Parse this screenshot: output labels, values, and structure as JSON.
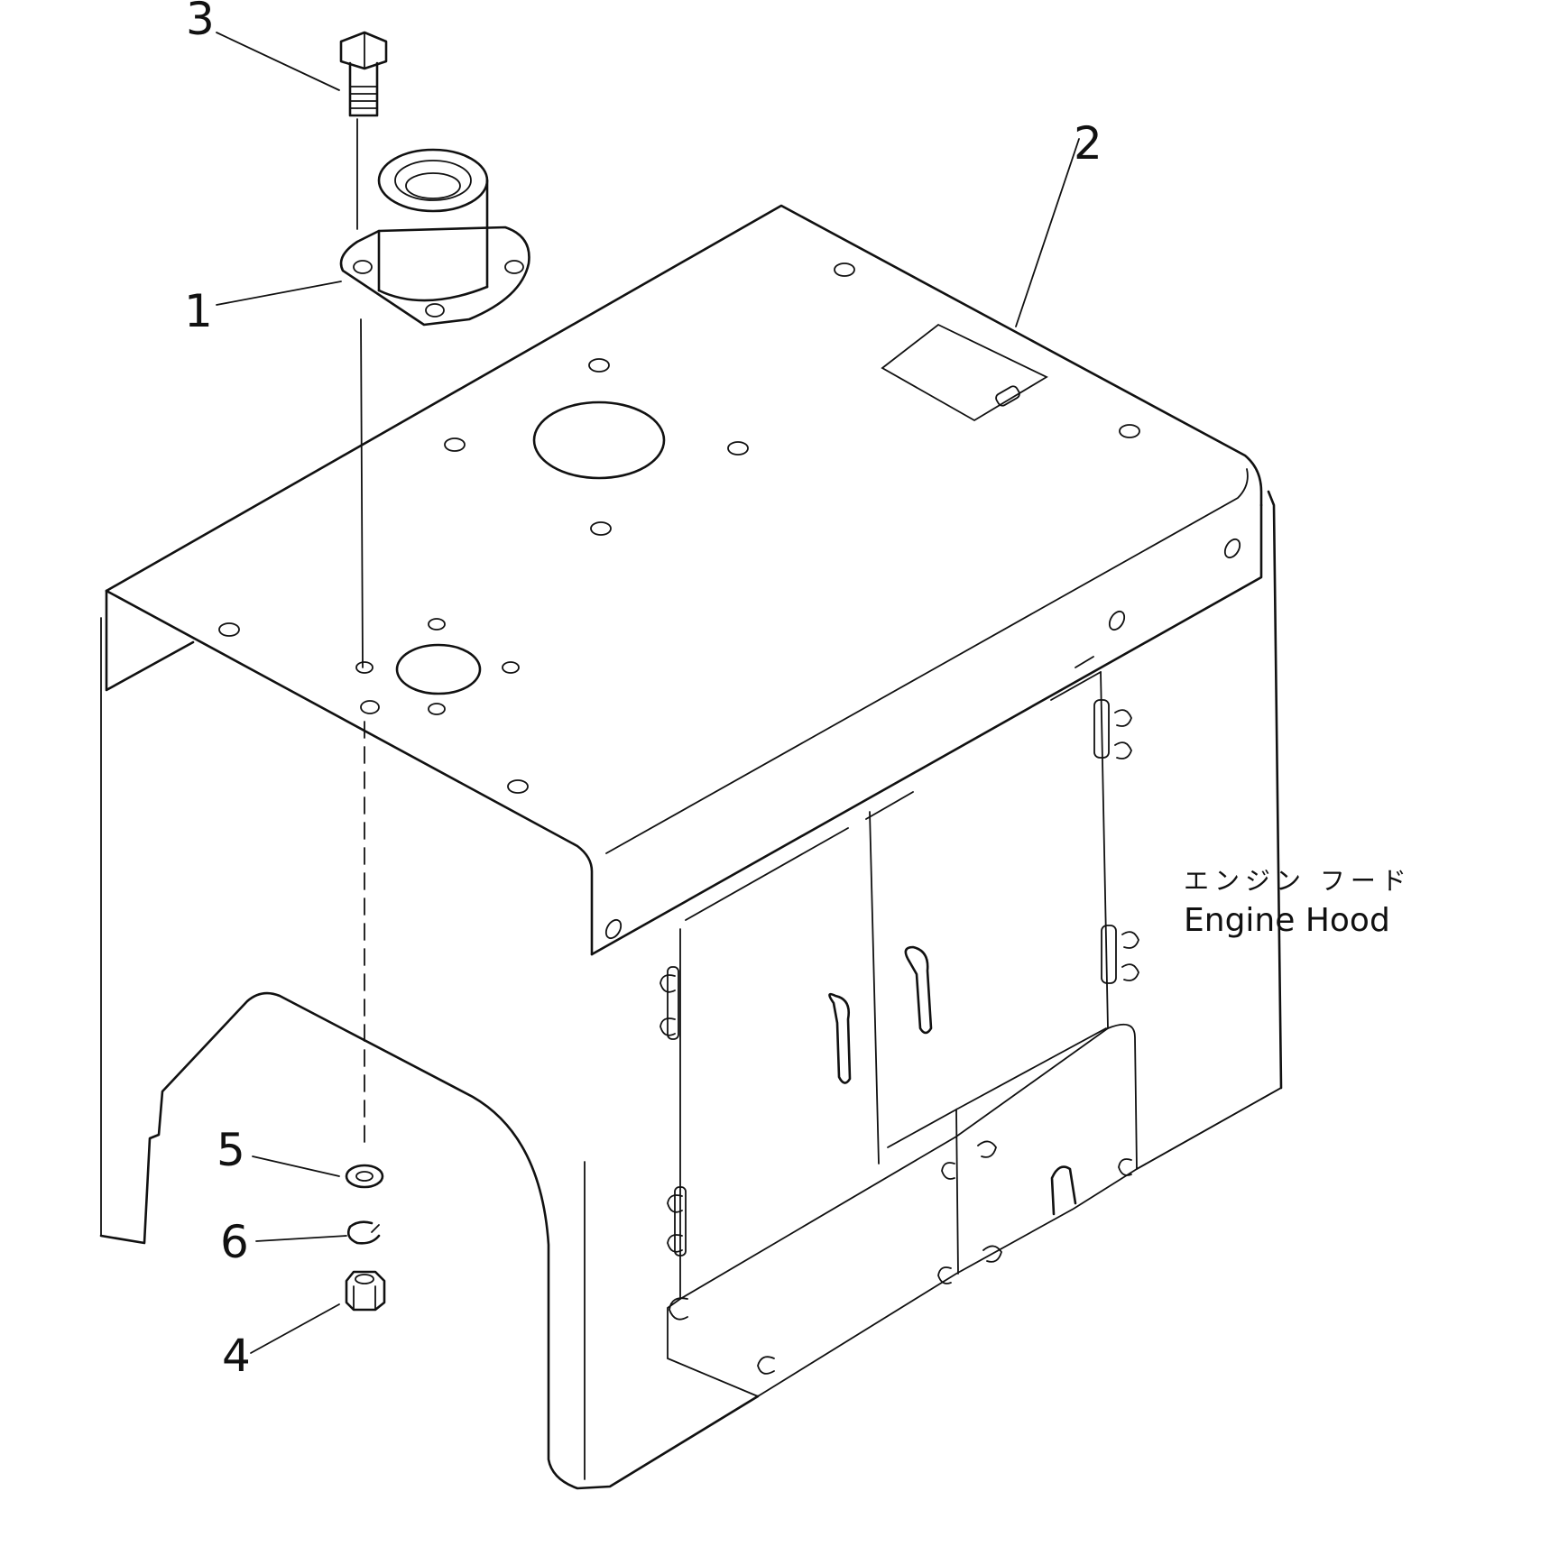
{
  "callouts": {
    "c1": "1",
    "c2": "2",
    "c3": "3",
    "c4": "4",
    "c5": "5",
    "c6": "6"
  },
  "title": {
    "japanese": "エンジン フード",
    "english": "Engine Hood"
  },
  "colors": {
    "ink": "#111111",
    "paper": "#ffffff"
  }
}
